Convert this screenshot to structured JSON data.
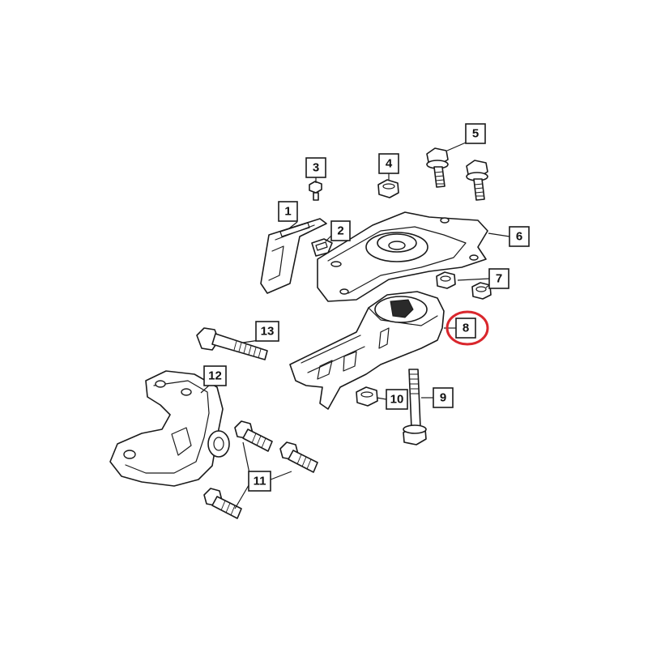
{
  "callouts": [
    "1",
    "2",
    "3",
    "4",
    "5",
    "6",
    "7",
    "8",
    "9",
    "10",
    "11",
    "12",
    "13"
  ],
  "highlight": {
    "callout": "8",
    "color": "#d9262c"
  },
  "line_color": "#1a1a1a"
}
